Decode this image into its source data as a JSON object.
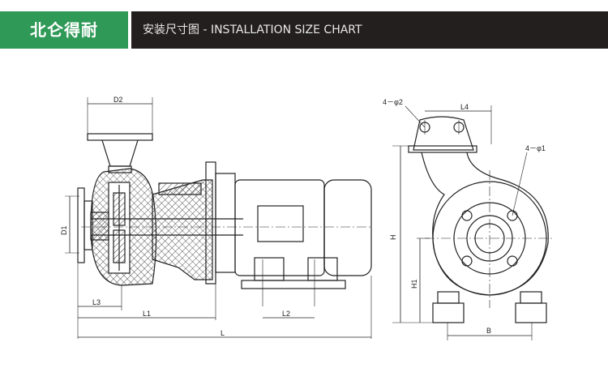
{
  "header": {
    "brand": "北仑得耐",
    "title": "安装尺寸图 - INSTALLATION SIZE CHART"
  },
  "colors": {
    "brand_green": "#2f9957",
    "title_bar": "#231f1e"
  },
  "dimensions": {
    "D2": "D2",
    "D1": "D1",
    "L3": "L3",
    "L1": "L1",
    "L2": "L2",
    "L": "L",
    "L4": "L4",
    "H": "H",
    "H1": "H1",
    "B": "B",
    "hole2": "4－φ2",
    "hole1": "4－φ1"
  }
}
